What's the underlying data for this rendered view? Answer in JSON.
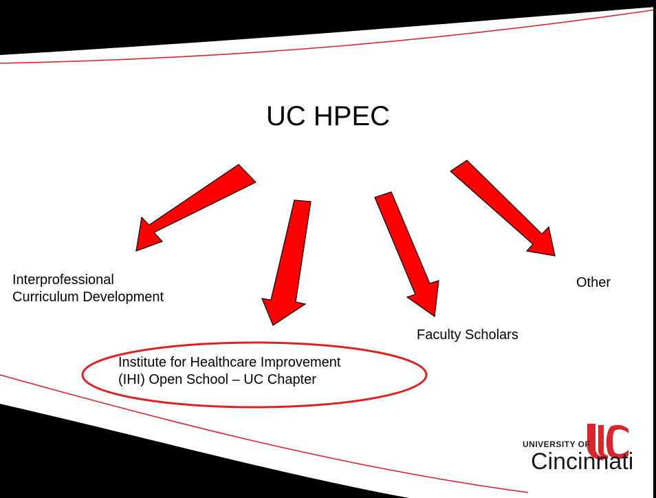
{
  "slide": {
    "title": "UC HPEC",
    "branches": [
      {
        "label_line1": "Interprofessional",
        "label_line2": "Curriculum Development"
      },
      {
        "label_line1": "Institute for Healthcare Improvement",
        "label_line2": "(IHI) Open School – UC Chapter"
      },
      {
        "label_line1": "Faculty Scholars"
      },
      {
        "label_line1": "Other"
      }
    ]
  },
  "logo": {
    "small_text": "UNIVERSITY OF",
    "big_text": "Cincinnati"
  },
  "colors": {
    "arrow_fill": "#ff0000",
    "arrow_stroke": "#000000",
    "accent_line": "#d9262c",
    "band": "#000000",
    "background": "#ffffff"
  }
}
